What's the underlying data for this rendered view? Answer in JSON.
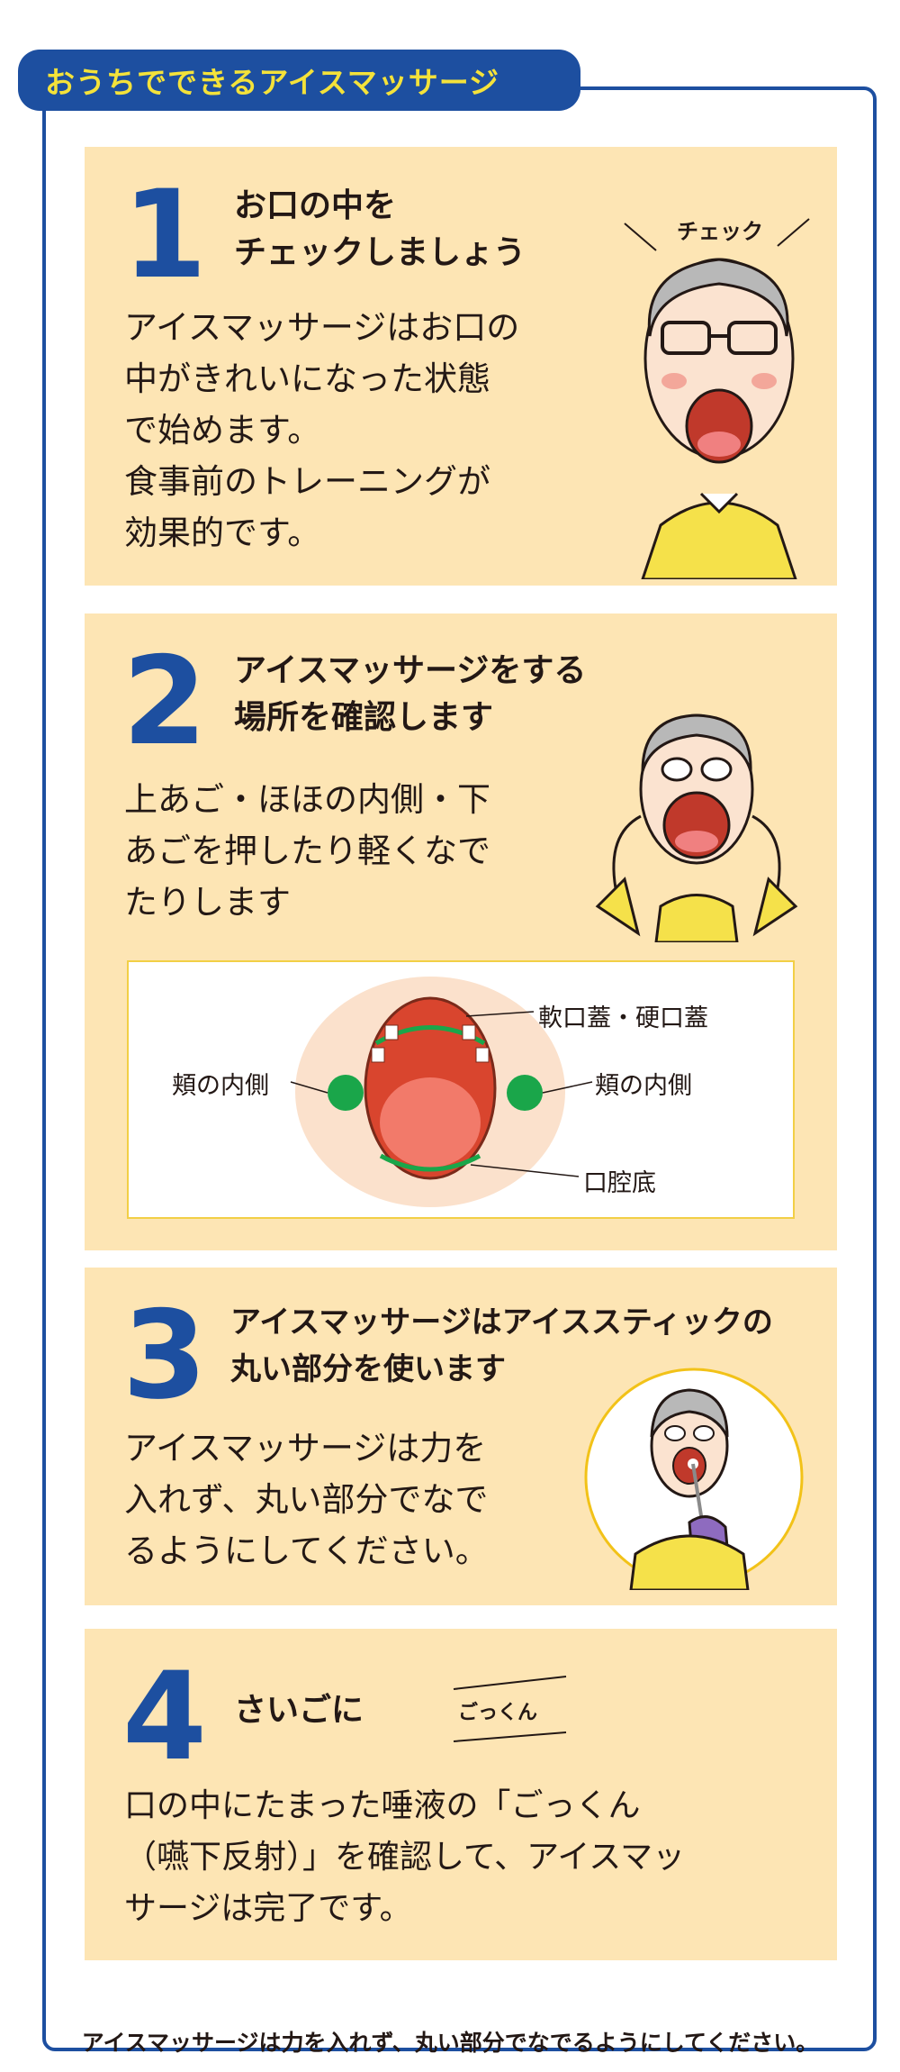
{
  "title": "おうちでできるアイスマッサージ",
  "steps": [
    {
      "number": "1",
      "heading_lines": [
        "お口の中を",
        "チェックしましょう"
      ],
      "body_lines": [
        "アイスマッサージはお口の",
        "中がきれいになった状態",
        "で始めます。",
        "食事前のトレーニングが",
        "効果的です。"
      ],
      "illustration_label": "チェック"
    },
    {
      "number": "2",
      "heading_lines": [
        "アイスマッサージをする",
        "場所を確認します"
      ],
      "body_lines": [
        "上あご・ほほの内側・下",
        "あごを押したり軽くなで",
        "たりします"
      ],
      "diagram_labels": {
        "palate": "軟口蓋・硬口蓋",
        "cheek_left": "頬の内側",
        "cheek_right": "頬の内側",
        "floor": "口腔底"
      }
    },
    {
      "number": "3",
      "heading_lines": [
        "アイスマッサージはアイススティックの",
        "丸い部分を使います"
      ],
      "body_lines": [
        "アイスマッサージは力を",
        "入れず、丸い部分でなで",
        "るようにしてください。"
      ]
    },
    {
      "number": "4",
      "heading_lines": [
        "さいごに"
      ],
      "body_lines": [
        "口の中にたまった唾液の「ごっくん",
        "（嚥下反射）」を確認して、アイスマッ",
        "サージは完了です。"
      ],
      "illustration_label": "ごっくん"
    }
  ],
  "footnote": "アイスマッサージは力を入れず、丸い部分でなでるようにしてください。",
  "colors": {
    "brand_blue": "#1d4fa0",
    "title_yellow": "#f4e23a",
    "panel_bg": "#fde5b4",
    "marker_green": "#1aa64a"
  }
}
